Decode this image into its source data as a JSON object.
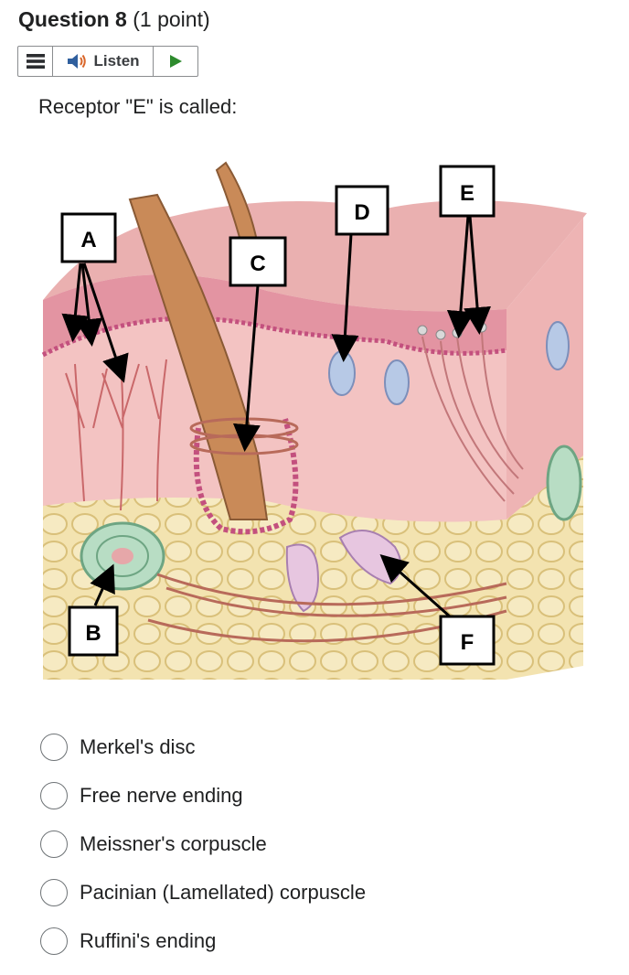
{
  "question": {
    "number_label": "Question 8",
    "points_label": "(1 point)"
  },
  "toolbar": {
    "listen_label": "Listen"
  },
  "prompt": "Receptor \"E\" is called:",
  "figure": {
    "labels": [
      "A",
      "B",
      "C",
      "D",
      "E",
      "F"
    ]
  },
  "options": [
    "Merkel's disc",
    "Free nerve ending",
    "Meissner's corpuscle",
    "Pacinian (Lamellated) corpuscle",
    "Ruffini's ending"
  ],
  "colors": {
    "epidermis": "#e8a2a6",
    "dermis": "#f3c3c2",
    "hypodermis": "#f1dca0",
    "hair": "#c98a58",
    "accent_play": "#2e8b2e"
  }
}
